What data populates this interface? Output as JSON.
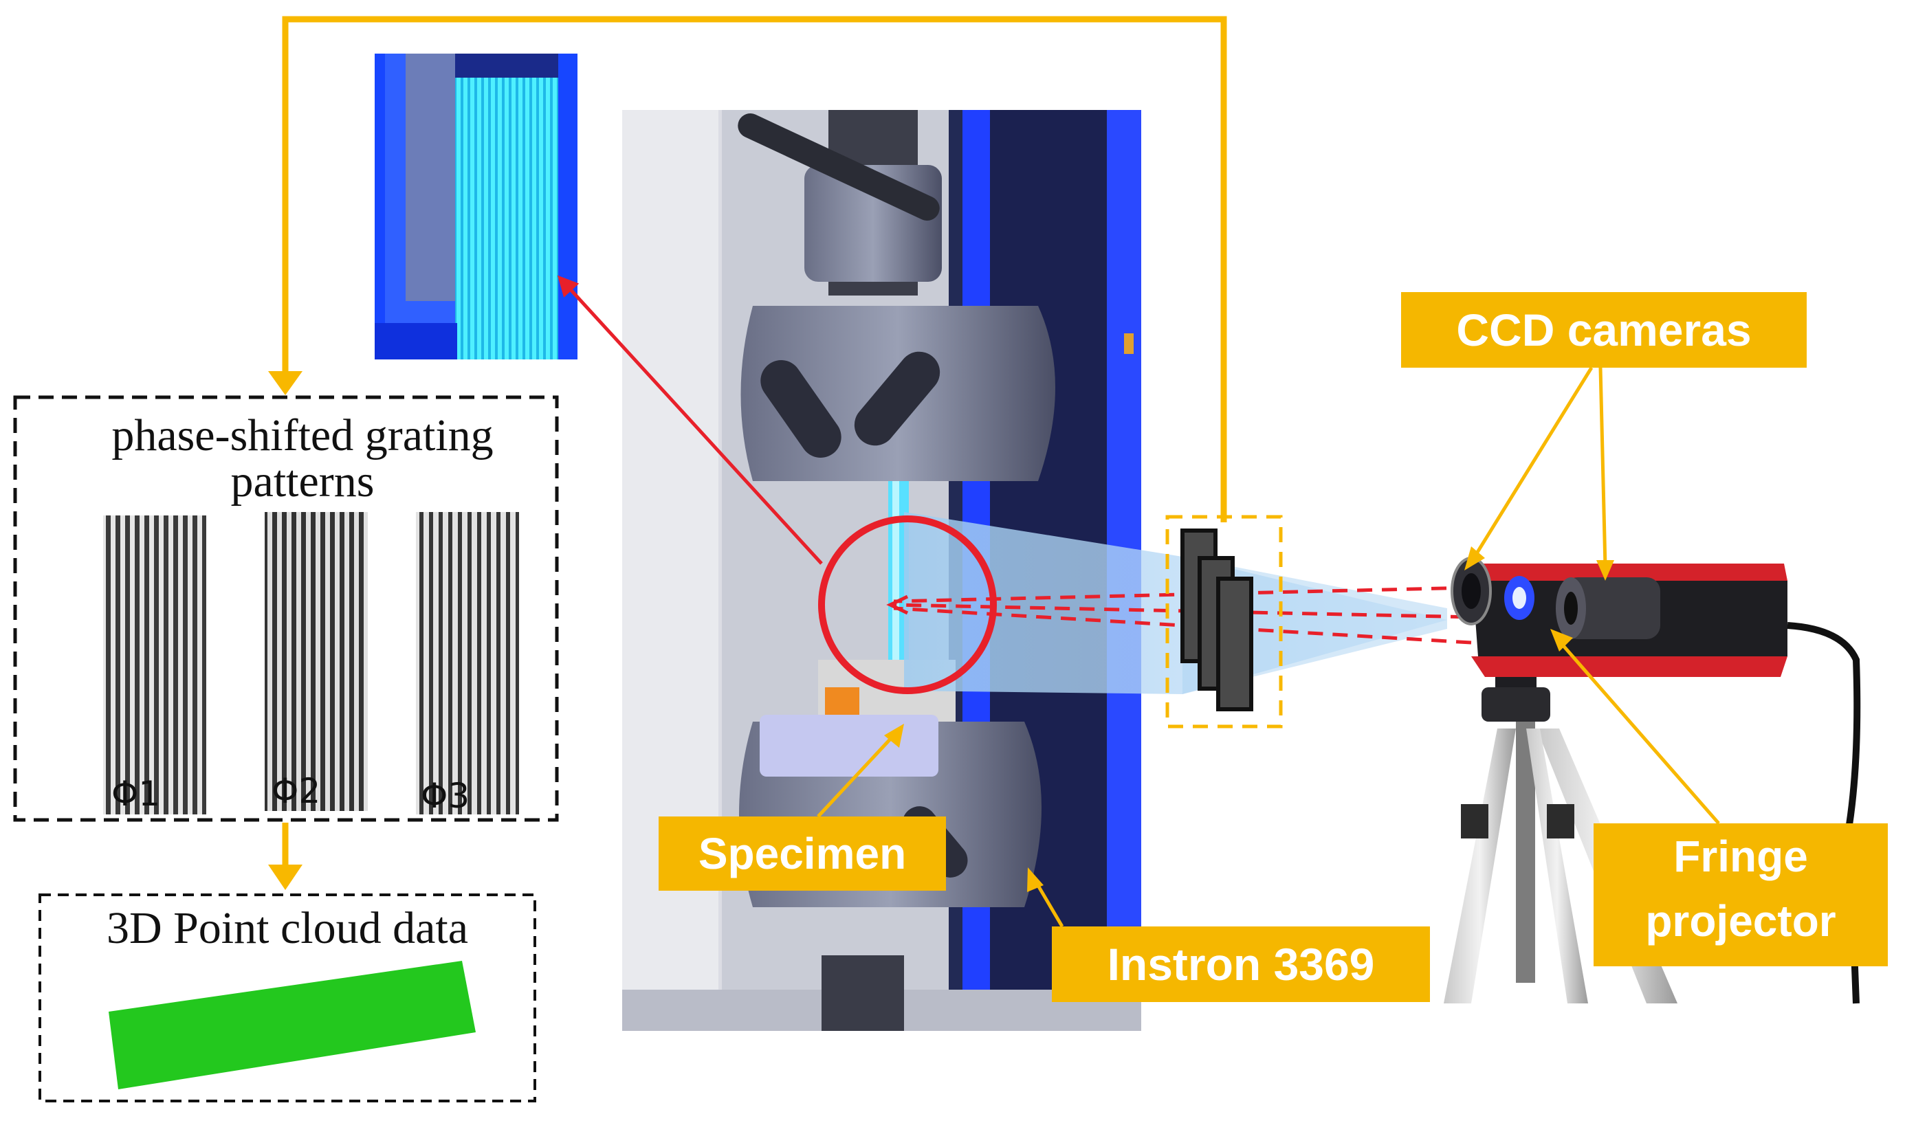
{
  "colors": {
    "accent": "#f8b800",
    "label_bg": "#f5b700",
    "arrow_red": "#e8202a",
    "beam": "#7fb6e6",
    "machine_blue": "#1e3cff",
    "point_cloud": "#23c81e"
  },
  "grating": {
    "title": "phase-shifted grating patterns",
    "title_line1": "phase-shifted grating",
    "title_line2": "patterns",
    "patterns": [
      {
        "label": "Φ1"
      },
      {
        "label": "Φ2"
      },
      {
        "label": "Φ3"
      }
    ]
  },
  "point_cloud": {
    "title": "3D Point cloud data"
  },
  "labels": {
    "ccd": "CCD cameras",
    "specimen": "Specimen",
    "instron": "Instron 3369",
    "fringe_line1": "Fringe",
    "fringe_line2": "projector"
  },
  "icons": [
    "arrow-icon",
    "camera-icon",
    "projector-icon",
    "tripod-icon"
  ]
}
